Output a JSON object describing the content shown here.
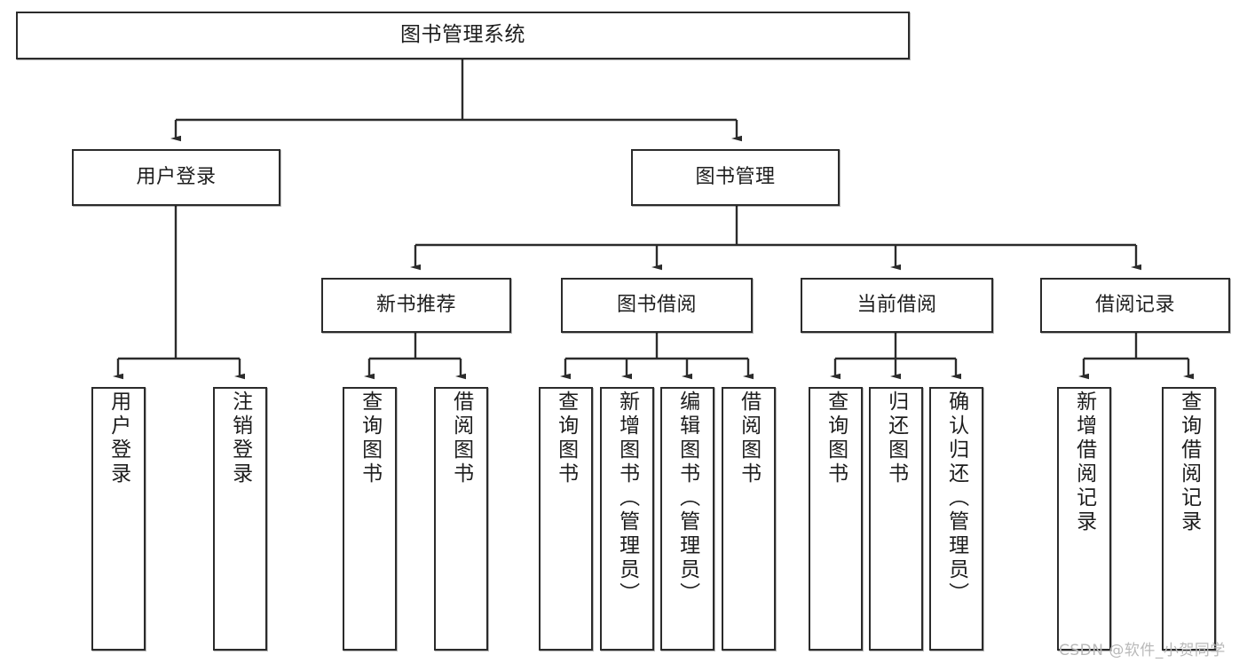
{
  "diagram": {
    "title": "图书管理系统",
    "type": "tree",
    "nodes": {
      "root": {
        "label": "图书管理系统"
      },
      "level2": [
        {
          "label": "用户登录"
        },
        {
          "label": "图书管理"
        }
      ],
      "level3": [
        {
          "label": "新书推荐"
        },
        {
          "label": "图书借阅"
        },
        {
          "label": "当前借阅"
        },
        {
          "label": "借阅记录"
        }
      ],
      "leaves": {
        "user_login": [
          {
            "label": "用户登录"
          },
          {
            "label": "注销登录"
          }
        ],
        "new_book_recommend": [
          {
            "label": "查询图书"
          },
          {
            "label": "借阅图书"
          }
        ],
        "book_borrow": [
          {
            "label": "查询图书"
          },
          {
            "label": "新增图书（管理员）"
          },
          {
            "label": "编辑图书（管理员）"
          },
          {
            "label": "借阅图书"
          }
        ],
        "current_borrow": [
          {
            "label": "查询图书"
          },
          {
            "label": "归还图书"
          },
          {
            "label": "确认归还（管理员）"
          }
        ],
        "borrow_record": [
          {
            "label": "新增借阅记录"
          },
          {
            "label": "查询借阅记录"
          }
        ]
      }
    },
    "watermark": "CSDN @软件_小贺同学",
    "colors": {
      "stroke": "#2b2b2b",
      "fill": "#ffffff",
      "text": "#1d1d1d",
      "watermark": "#b9b9b9"
    }
  }
}
